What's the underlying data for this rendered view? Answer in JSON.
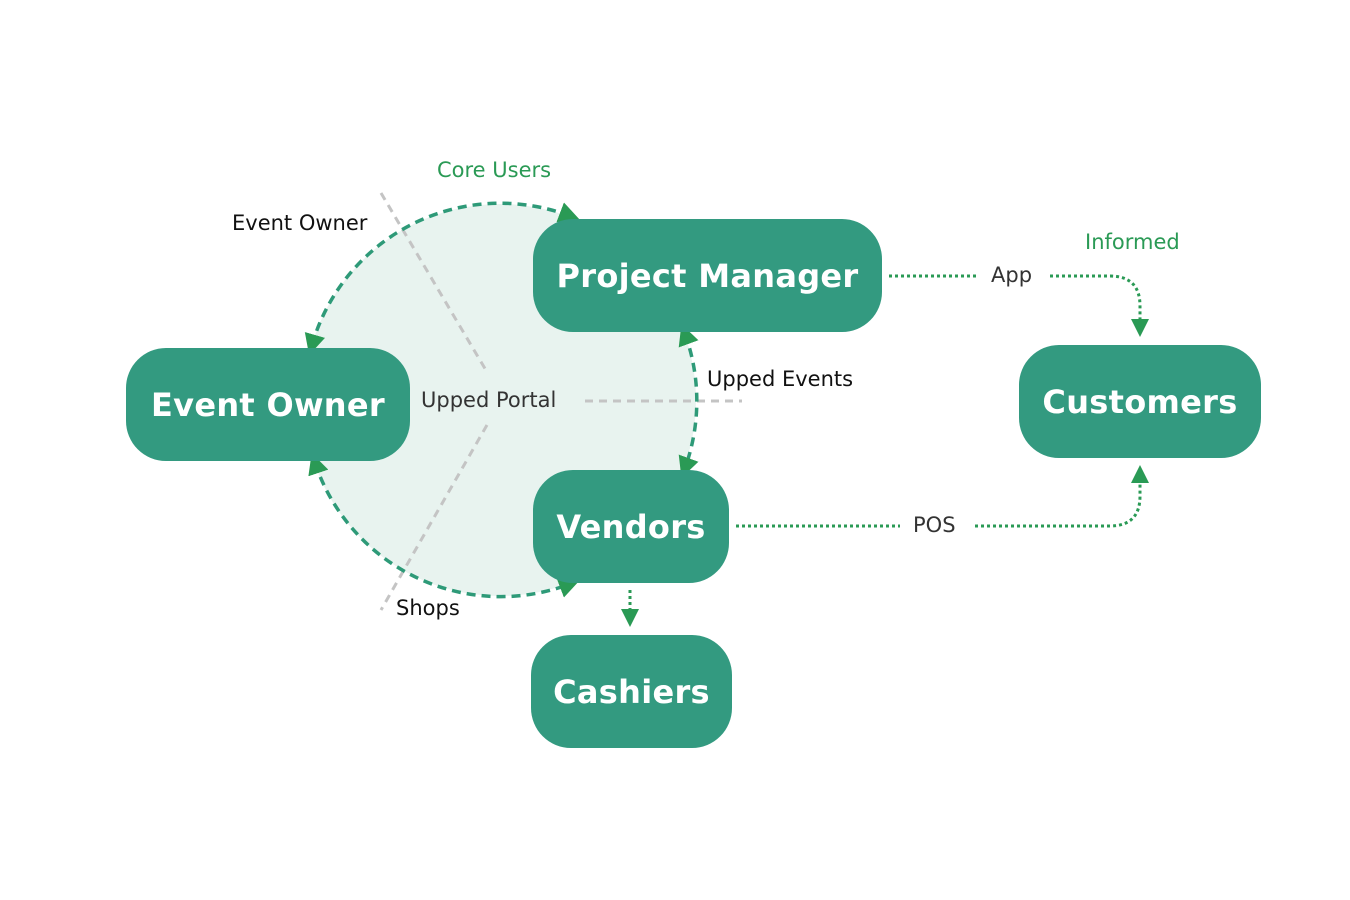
{
  "diagram": {
    "nodes": {
      "project_manager": "Project Manager",
      "event_owner": "Event Owner",
      "vendors": "Vendors",
      "cashiers": "Cashiers",
      "customers": "Customers"
    },
    "labels": {
      "core_users": "Core Users",
      "informed": "Informed",
      "event_owner_sector": "Event Owner",
      "upped_portal": "Upped Portal",
      "upped_events": "Upped Events",
      "shops": "Shops",
      "app": "App",
      "pos": "POS"
    },
    "colors": {
      "node_fill": "#339a80",
      "accent_green": "#2a9a55",
      "circle_fill": "#e8f3ef",
      "divider_gray": "#c4c4c4"
    }
  }
}
